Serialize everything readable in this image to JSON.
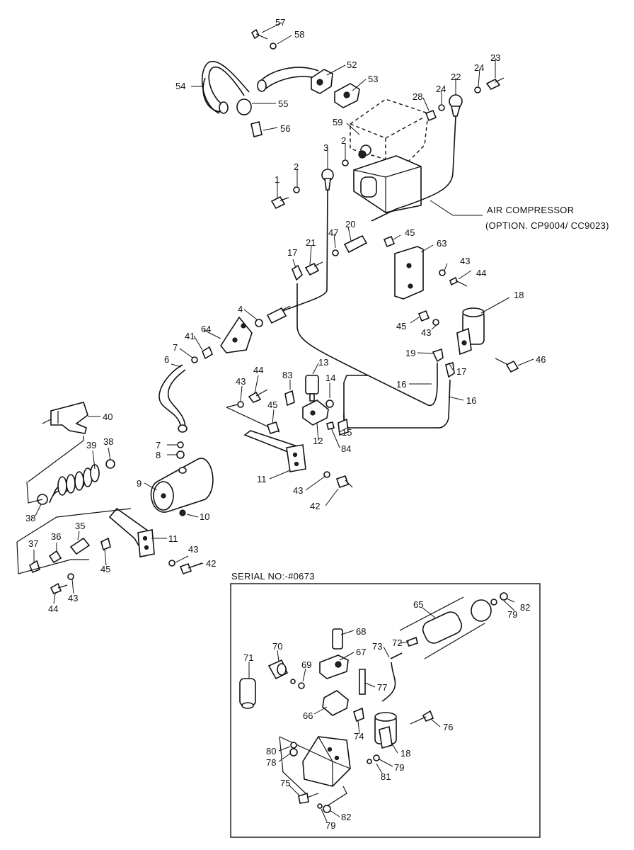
{
  "notes": {
    "air_compressor_title": "AIR  COMPRESSOR",
    "air_compressor_option": "(OPTION. CP9004/ CC9023)",
    "serial_no": "SERIAL NO:-#0673"
  },
  "labels": {
    "p1": "1",
    "p2a": "2",
    "p2b": "2",
    "p3": "3",
    "p4": "4",
    "p6": "6",
    "p7a": "7",
    "p7b": "7",
    "p8": "8",
    "p9": "9",
    "p10": "10",
    "p11a": "11",
    "p11b": "11",
    "p12": "12",
    "p13": "13",
    "p14": "14",
    "p15": "15",
    "p16a": "16",
    "p16b": "16",
    "p17a": "17",
    "p17b": "17",
    "p18a": "18",
    "p18b": "18",
    "p19": "19",
    "p20": "20",
    "p21": "21",
    "p22": "22",
    "p23": "23",
    "p24a": "24",
    "p24b": "24",
    "p28": "28",
    "p35": "35",
    "p36": "36",
    "p37": "37",
    "p38a": "38",
    "p38b": "38",
    "p39": "39",
    "p40": "40",
    "p41": "41",
    "p42a": "42",
    "p42b": "42",
    "p43a": "43",
    "p43b": "43",
    "p43c": "43",
    "p43d": "43",
    "p43e": "43",
    "p43f": "43",
    "p44a": "44",
    "p44b": "44",
    "p44c": "44",
    "p45a": "45",
    "p45b": "45",
    "p45c": "45",
    "p45d": "45",
    "p46": "46",
    "p47": "47",
    "p52": "52",
    "p53": "53",
    "p54": "54",
    "p55": "55",
    "p56": "56",
    "p57": "57",
    "p58": "58",
    "p59": "59",
    "p63": "63",
    "p64": "64",
    "p65": "65",
    "p66": "66",
    "p67": "67",
    "p68": "68",
    "p69": "69",
    "p70": "70",
    "p71": "71",
    "p72": "72",
    "p73": "73",
    "p74": "74",
    "p75": "75",
    "p76": "76",
    "p77": "77",
    "p78": "78",
    "p79a": "79",
    "p79b": "79",
    "p79c": "79",
    "p80": "80",
    "p81": "81",
    "p82a": "82",
    "p82b": "82",
    "p83": "83",
    "p84": "84"
  }
}
